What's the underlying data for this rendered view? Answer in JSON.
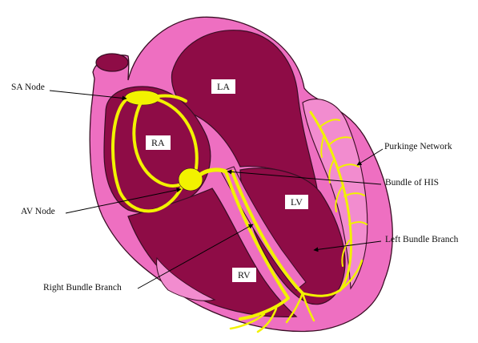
{
  "labels": {
    "sa_node": "SA Node",
    "av_node": "AV Node",
    "right_bundle_branch": "Right Bundle Branch",
    "bundle_of_his": "Bundle of HIS",
    "purkinje_network": "Purkinge Network",
    "left_bundle_branch": "Left Bundle Branch"
  },
  "chambers": {
    "la": "LA",
    "ra": "RA",
    "lv": "LV",
    "rv": "RV"
  },
  "colors": {
    "heart_wall": "#ee6fc1",
    "chamber": "#8e0c46",
    "conduction": "#f2f200",
    "outline": "#3a0d24",
    "leader": "#000000"
  }
}
